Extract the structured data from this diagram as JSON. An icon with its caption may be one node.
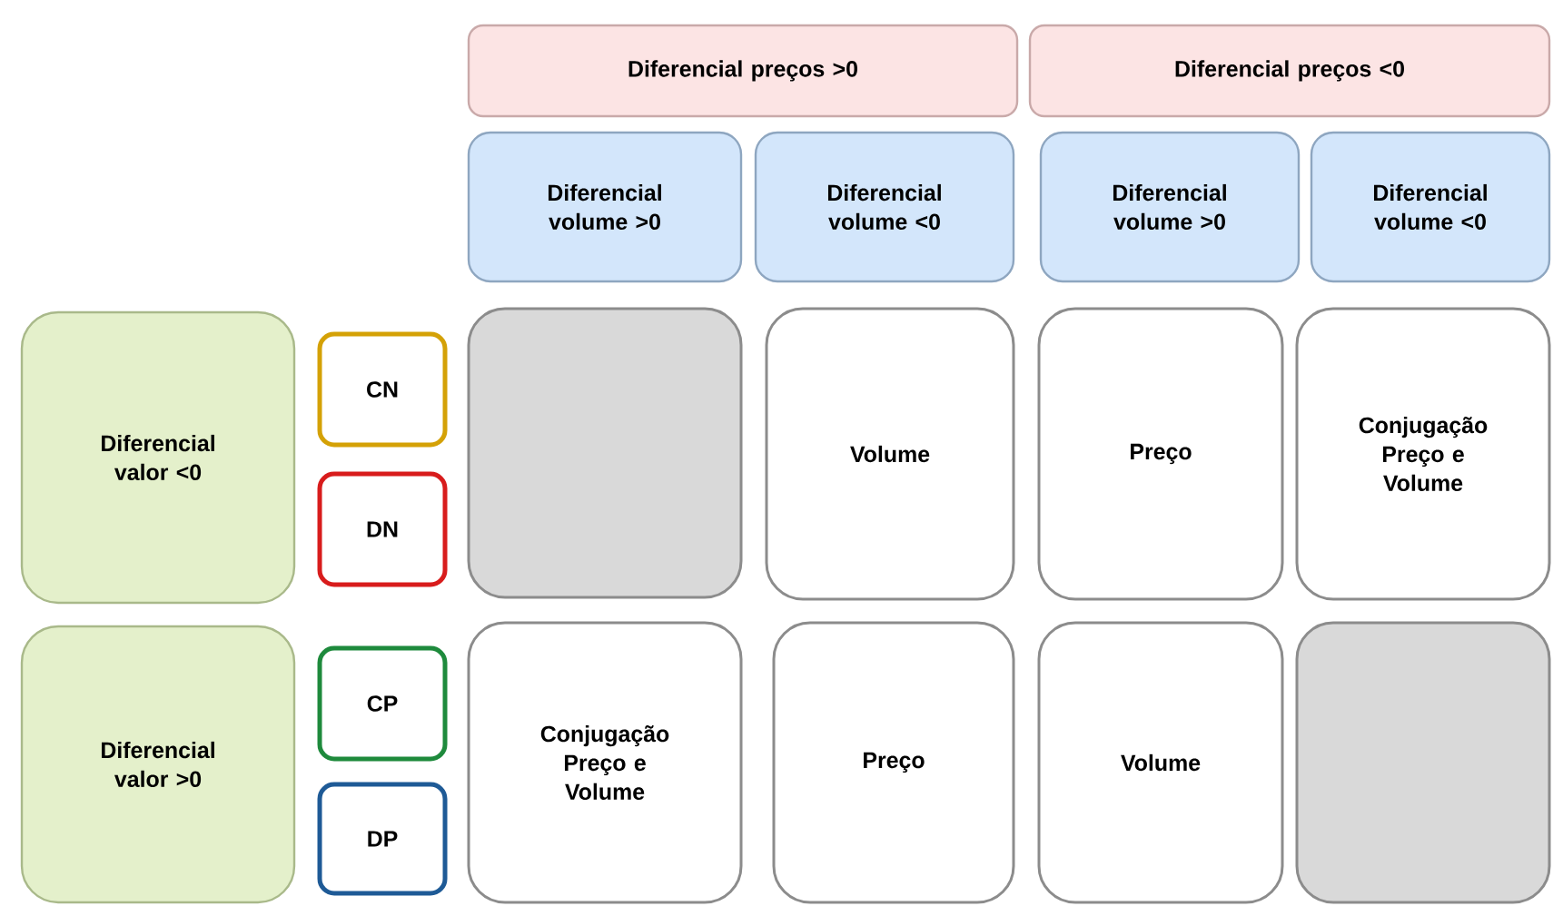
{
  "diagram": {
    "nodes": [
      {
        "text": [
          "Diferencial preços >0"
        ]
      },
      {
        "text": [
          "Diferencial preços <0"
        ]
      },
      {
        "text": [
          "Diferencial volume >0"
        ]
      },
      {
        "text": [
          "Diferencial volume <0"
        ]
      },
      {
        "text": [
          "Diferencial volume >0"
        ]
      },
      {
        "text": [
          "Diferencial volume <0"
        ]
      },
      {
        "text": [
          "Diferencial valor <0"
        ]
      },
      {
        "text": [
          "CN"
        ]
      },
      {
        "text": [
          "DN"
        ]
      },
      {
        "text": [],
        "shape": "box"
      },
      {
        "text": [
          "Volume"
        ]
      },
      {
        "text": [
          "Preço"
        ]
      },
      {
        "text": [
          "Conjugação Preço e Volume"
        ]
      },
      {
        "text": [
          "Diferencial valor >0"
        ]
      },
      {
        "text": [
          "CP"
        ]
      },
      {
        "text": [
          "DP"
        ]
      },
      {
        "text": [
          "Conjugação Preço e Volume"
        ]
      },
      {
        "text": [
          "Preço"
        ]
      },
      {
        "text": [
          "Volume"
        ]
      },
      {
        "text": [],
        "shape": "box"
      }
    ]
  }
}
